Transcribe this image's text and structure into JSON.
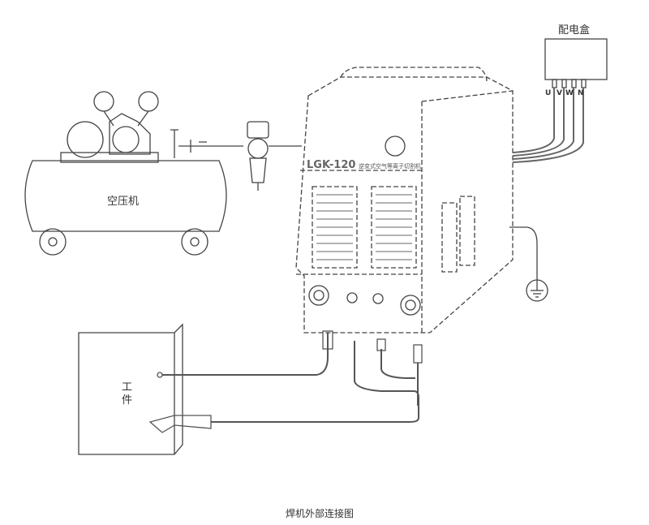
{
  "caption": "焊机外部连接图",
  "labels": {
    "air_compressor": "空压机",
    "distribution_box": "配电盒",
    "workpiece_line1": "工",
    "workpiece_line2": "件",
    "model": "LGK-120",
    "model_desc": "逆变式空气等离子切割机"
  },
  "phases": [
    "U",
    "V",
    "W",
    "N"
  ]
}
